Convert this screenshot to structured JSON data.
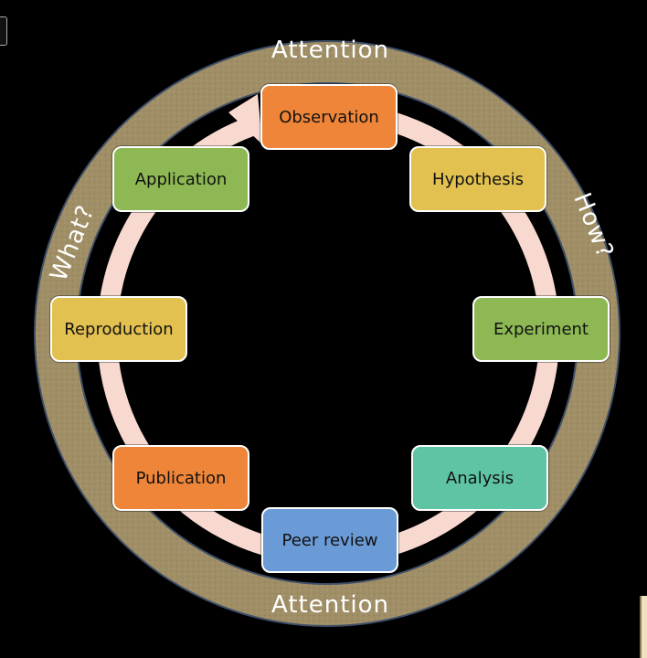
{
  "diagram": {
    "ring_labels": {
      "top": "Attention",
      "bottom": "Attention",
      "left": "What?",
      "right": "How?"
    },
    "nodes": [
      {
        "id": "observation",
        "label": "Observation",
        "color": "#ee8539"
      },
      {
        "id": "hypothesis",
        "label": "Hypothesis",
        "color": "#e3c150"
      },
      {
        "id": "experiment",
        "label": "Experiment",
        "color": "#8db853"
      },
      {
        "id": "analysis",
        "label": "Analysis",
        "color": "#5ec4a4"
      },
      {
        "id": "peer-review",
        "label": "Peer review",
        "color": "#6b9bd6"
      },
      {
        "id": "publication",
        "label": "Publication",
        "color": "#ee8539"
      },
      {
        "id": "reproduction",
        "label": "Reproduction",
        "color": "#e3c150"
      },
      {
        "id": "application",
        "label": "Application",
        "color": "#8db853"
      }
    ],
    "colors": {
      "outer_ring": "#a08f66",
      "ring_edge": "#3f4f68",
      "inner_arrow": "#f8d9d0",
      "background": "#000000"
    }
  }
}
